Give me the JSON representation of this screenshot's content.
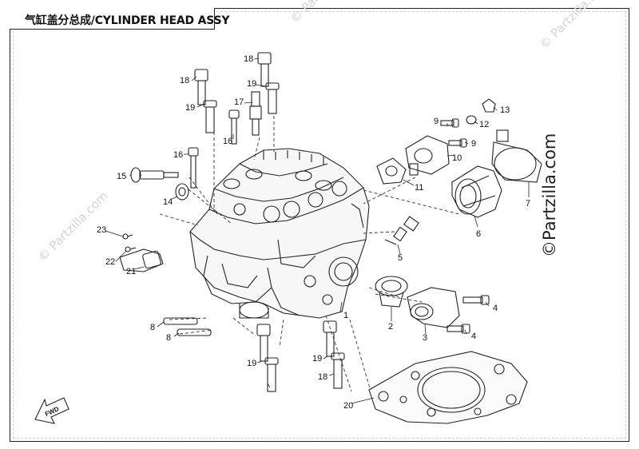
{
  "title": "气缸盖分总成/CYLINDER HEAD ASSY",
  "watermark_small": "© Partzilla.com",
  "watermark_side": "©Partzilla.com",
  "fwd_label": "FWD",
  "callouts": {
    "n1": "1",
    "n2": "2",
    "n3": "3",
    "n4a": "4",
    "n4b": "4",
    "n5": "5",
    "n6": "6",
    "n7": "7",
    "n8a": "8",
    "n8b": "8",
    "n9a": "9",
    "n9b": "9",
    "n10": "10",
    "n11": "11",
    "n12": "12",
    "n13": "13",
    "n14": "14",
    "n15": "15",
    "n16a": "16",
    "n16b": "16",
    "n17": "17",
    "n18a": "18",
    "n18b": "18",
    "n18c": "18",
    "n19a": "19",
    "n19b": "19",
    "n19c": "19",
    "n19d": "19",
    "n20": "20",
    "n21": "21",
    "n22": "22",
    "n23": "23"
  }
}
